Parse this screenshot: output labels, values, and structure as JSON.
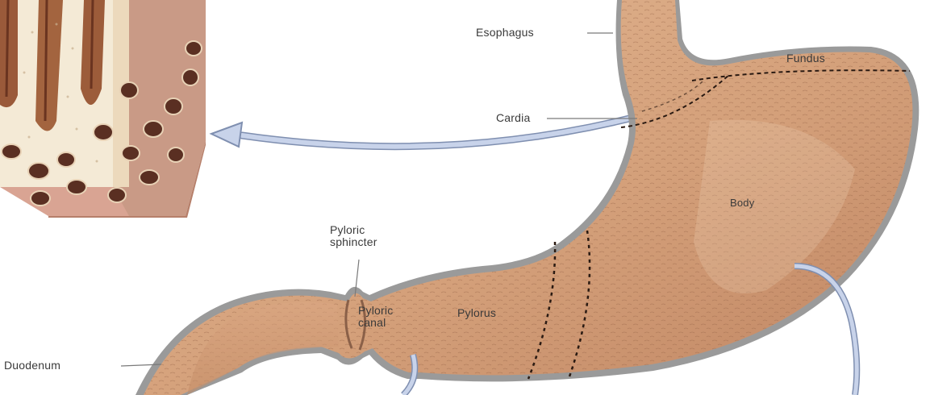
{
  "labels": {
    "esophagus": "Esophagus",
    "fundus": "Fundus",
    "cardia": "Cardia",
    "body": "Body",
    "pyloric_sphincter": "Pyloric\nsphincter",
    "pyloric_canal": "Pyloric\ncanal",
    "pylorus": "Pylorus",
    "duodenum": "Duodenum"
  },
  "colors": {
    "tissue": "#c9906a",
    "tissue_light": "#e6c09d",
    "outline": "#8a8a8a",
    "arrow": "#aab8d8",
    "gland": "#5a2f22"
  }
}
